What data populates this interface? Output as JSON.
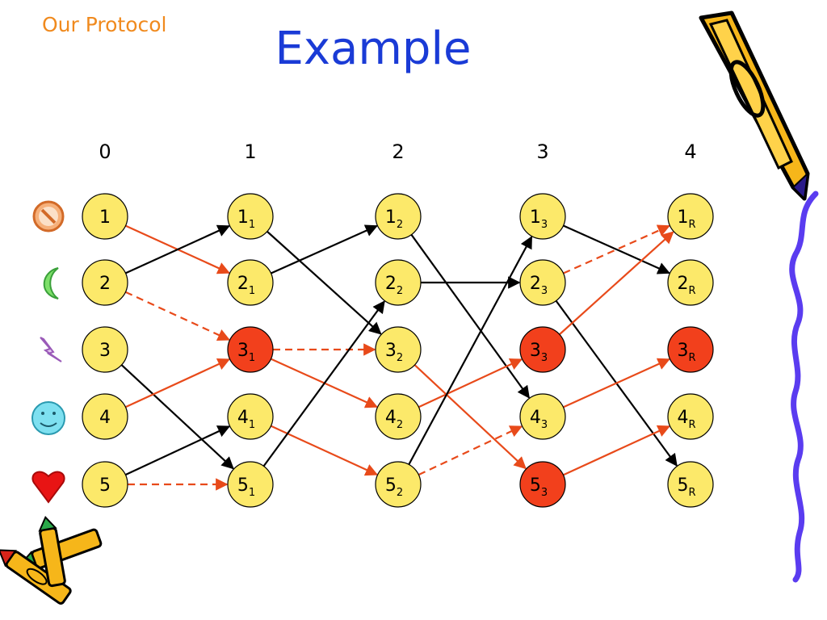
{
  "kicker": "Our Protocol",
  "title": "Example",
  "stages": [
    "0",
    "1",
    "2",
    "3",
    "4"
  ],
  "rows": [
    "1",
    "2",
    "3",
    "4",
    "5"
  ],
  "node_subscripts": [
    "",
    "1",
    "2",
    "3",
    "R"
  ],
  "highlighted_nodes": [
    [
      1,
      3
    ],
    [
      3,
      3
    ],
    [
      3,
      5
    ],
    [
      4,
      3
    ]
  ],
  "colors": {
    "node_fill": "#fce96a",
    "node_highlight": "#f2401c",
    "edge_black": "#000000",
    "edge_red": "#e84a1a",
    "title": "#1a3bd6",
    "kicker": "#f08a1e"
  },
  "row_icons": [
    "no-entry-icon",
    "crescent-moon-icon",
    "lightning-icon",
    "smiley-icon",
    "heart-icon"
  ],
  "edges": [
    {
      "from": [
        0,
        1
      ],
      "to": [
        1,
        2
      ],
      "color": "red",
      "dashed": false
    },
    {
      "from": [
        0,
        2
      ],
      "to": [
        1,
        1
      ],
      "color": "black",
      "dashed": false
    },
    {
      "from": [
        0,
        2
      ],
      "to": [
        1,
        3
      ],
      "color": "red",
      "dashed": true
    },
    {
      "from": [
        0,
        3
      ],
      "to": [
        1,
        5
      ],
      "color": "black",
      "dashed": false
    },
    {
      "from": [
        0,
        4
      ],
      "to": [
        1,
        3
      ],
      "color": "red",
      "dashed": false
    },
    {
      "from": [
        0,
        5
      ],
      "to": [
        1,
        4
      ],
      "color": "black",
      "dashed": false
    },
    {
      "from": [
        0,
        5
      ],
      "to": [
        1,
        5
      ],
      "color": "red",
      "dashed": true
    },
    {
      "from": [
        1,
        1
      ],
      "to": [
        2,
        3
      ],
      "color": "black",
      "dashed": false
    },
    {
      "from": [
        1,
        2
      ],
      "to": [
        2,
        1
      ],
      "color": "black",
      "dashed": false
    },
    {
      "from": [
        1,
        3
      ],
      "to": [
        2,
        3
      ],
      "color": "red",
      "dashed": true
    },
    {
      "from": [
        1,
        3
      ],
      "to": [
        2,
        4
      ],
      "color": "red",
      "dashed": false
    },
    {
      "from": [
        1,
        4
      ],
      "to": [
        2,
        5
      ],
      "color": "red",
      "dashed": false
    },
    {
      "from": [
        1,
        5
      ],
      "to": [
        2,
        2
      ],
      "color": "black",
      "dashed": false
    },
    {
      "from": [
        2,
        1
      ],
      "to": [
        3,
        4
      ],
      "color": "black",
      "dashed": false
    },
    {
      "from": [
        2,
        2
      ],
      "to": [
        3,
        2
      ],
      "color": "black",
      "dashed": false
    },
    {
      "from": [
        2,
        3
      ],
      "to": [
        3,
        5
      ],
      "color": "red",
      "dashed": false
    },
    {
      "from": [
        2,
        4
      ],
      "to": [
        3,
        3
      ],
      "color": "red",
      "dashed": false
    },
    {
      "from": [
        2,
        5
      ],
      "to": [
        3,
        1
      ],
      "color": "black",
      "dashed": false
    },
    {
      "from": [
        2,
        5
      ],
      "to": [
        3,
        4
      ],
      "color": "red",
      "dashed": true
    },
    {
      "from": [
        3,
        1
      ],
      "to": [
        4,
        2
      ],
      "color": "black",
      "dashed": false
    },
    {
      "from": [
        3,
        2
      ],
      "to": [
        4,
        1
      ],
      "color": "red",
      "dashed": true
    },
    {
      "from": [
        3,
        2
      ],
      "to": [
        4,
        5
      ],
      "color": "black",
      "dashed": false
    },
    {
      "from": [
        3,
        3
      ],
      "to": [
        4,
        1
      ],
      "color": "red",
      "dashed": false
    },
    {
      "from": [
        3,
        4
      ],
      "to": [
        4,
        3
      ],
      "color": "red",
      "dashed": false
    },
    {
      "from": [
        3,
        5
      ],
      "to": [
        4,
        4
      ],
      "color": "red",
      "dashed": false
    }
  ]
}
